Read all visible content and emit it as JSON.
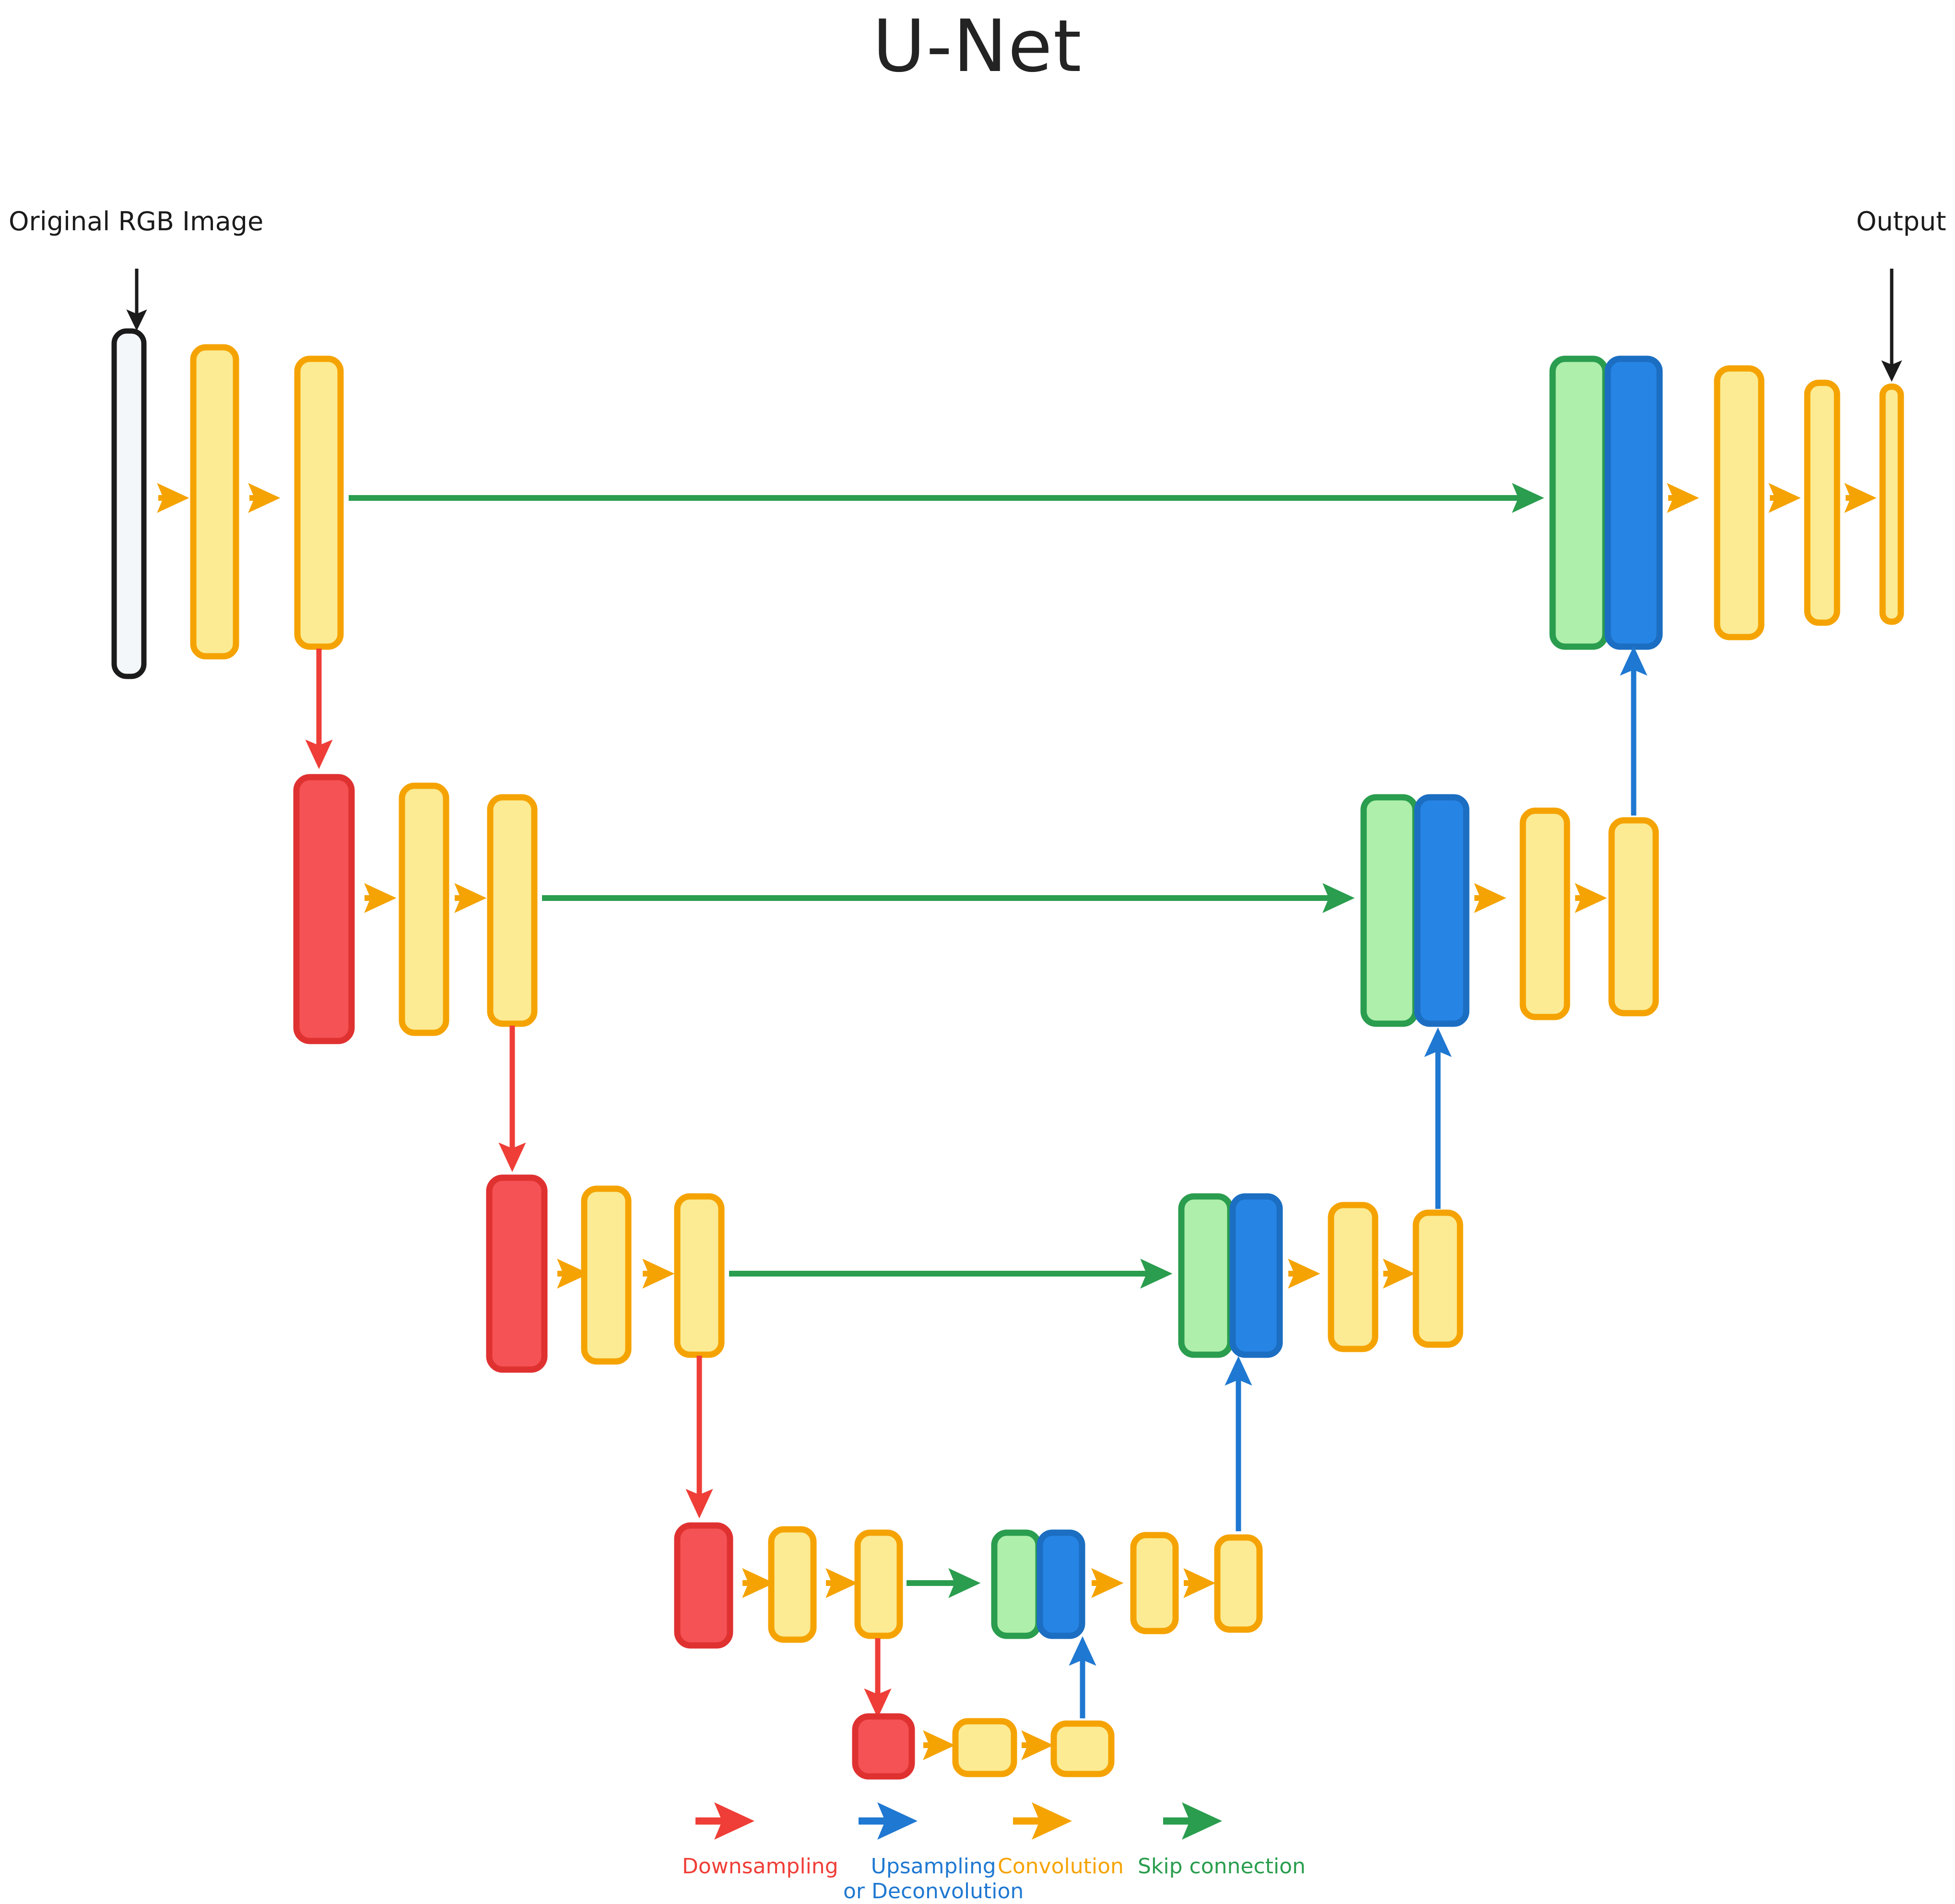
{
  "title": "U-Net",
  "labels": {
    "input": "Original RGB Image",
    "output": "Output"
  },
  "colors": {
    "conv_fill": "#FCEB93",
    "conv_stroke": "#F5A302",
    "down_fill": "#F55255",
    "down_stroke": "#E03131",
    "up_fill": "#2684E4",
    "up_stroke": "#1B6EC2",
    "skip_fill": "#AEEFAB",
    "skip_stroke": "#2A9D4E",
    "input_fill": "#F4F7FA",
    "input_stroke": "#1B1B1B",
    "arrow_conv": "#F5A302",
    "arrow_down": "#EE3E37",
    "arrow_up": "#1F78D1",
    "arrow_skip": "#2A9D4E",
    "arrow_io": "#1B1B1B",
    "background": "#FFFFFF",
    "title": "#232323"
  },
  "legend": {
    "items": [
      {
        "id": "downsampling",
        "label": "Downsampling",
        "color": "#EE3E37",
        "arrow": "arrow-right-red"
      },
      {
        "id": "upsampling",
        "label": "Upsampling\nor Deconvolution",
        "line1": "Upsampling",
        "line2": "or Deconvolution",
        "color": "#1F78D1",
        "arrow": "arrow-right-blue"
      },
      {
        "id": "convolution",
        "label": "Convolution",
        "color": "#F5A302",
        "arrow": "arrow-right-orange"
      },
      {
        "id": "skip_connection",
        "label": "Skip connection",
        "color": "#2A9D4E",
        "arrow": "arrow-right-green"
      }
    ]
  },
  "architecture": {
    "type": "u-net",
    "levels": 5,
    "encoder_levels": [
      {
        "level": 1,
        "blocks": [
          "input",
          "conv",
          "conv"
        ]
      },
      {
        "level": 2,
        "blocks": [
          "downsample",
          "conv",
          "conv"
        ]
      },
      {
        "level": 3,
        "blocks": [
          "downsample",
          "conv",
          "conv"
        ]
      },
      {
        "level": 4,
        "blocks": [
          "downsample",
          "conv",
          "conv"
        ]
      },
      {
        "level": 5,
        "blocks": [
          "downsample",
          "conv",
          "conv"
        ]
      }
    ],
    "decoder_levels": [
      {
        "level": 4,
        "blocks": [
          "skip",
          "upsample",
          "conv",
          "conv"
        ]
      },
      {
        "level": 3,
        "blocks": [
          "skip",
          "upsample",
          "conv",
          "conv"
        ]
      },
      {
        "level": 2,
        "blocks": [
          "skip",
          "upsample",
          "conv",
          "conv"
        ]
      },
      {
        "level": 1,
        "blocks": [
          "skip",
          "upsample",
          "conv",
          "conv",
          "output"
        ]
      }
    ]
  }
}
